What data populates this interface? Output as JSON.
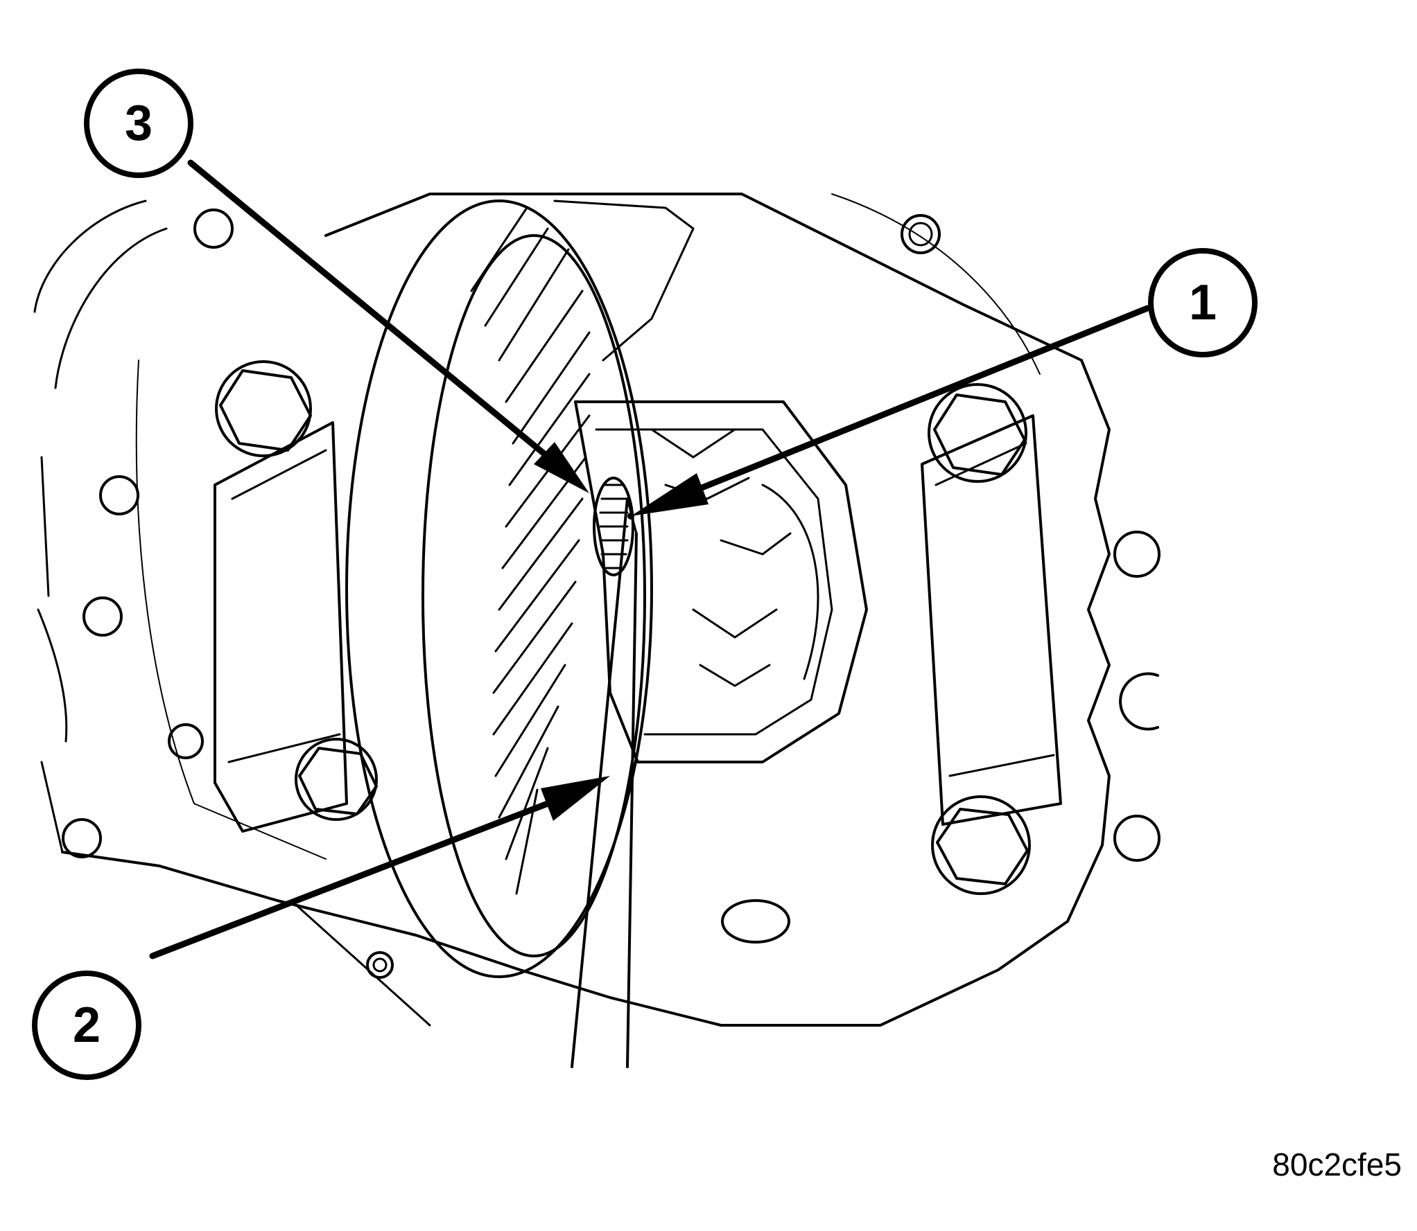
{
  "figure": {
    "id_code": "80c2cfe5",
    "callouts": [
      {
        "number": "1",
        "icon": "callout-circle"
      },
      {
        "number": "2",
        "icon": "callout-circle"
      },
      {
        "number": "3",
        "icon": "callout-circle"
      }
    ]
  }
}
